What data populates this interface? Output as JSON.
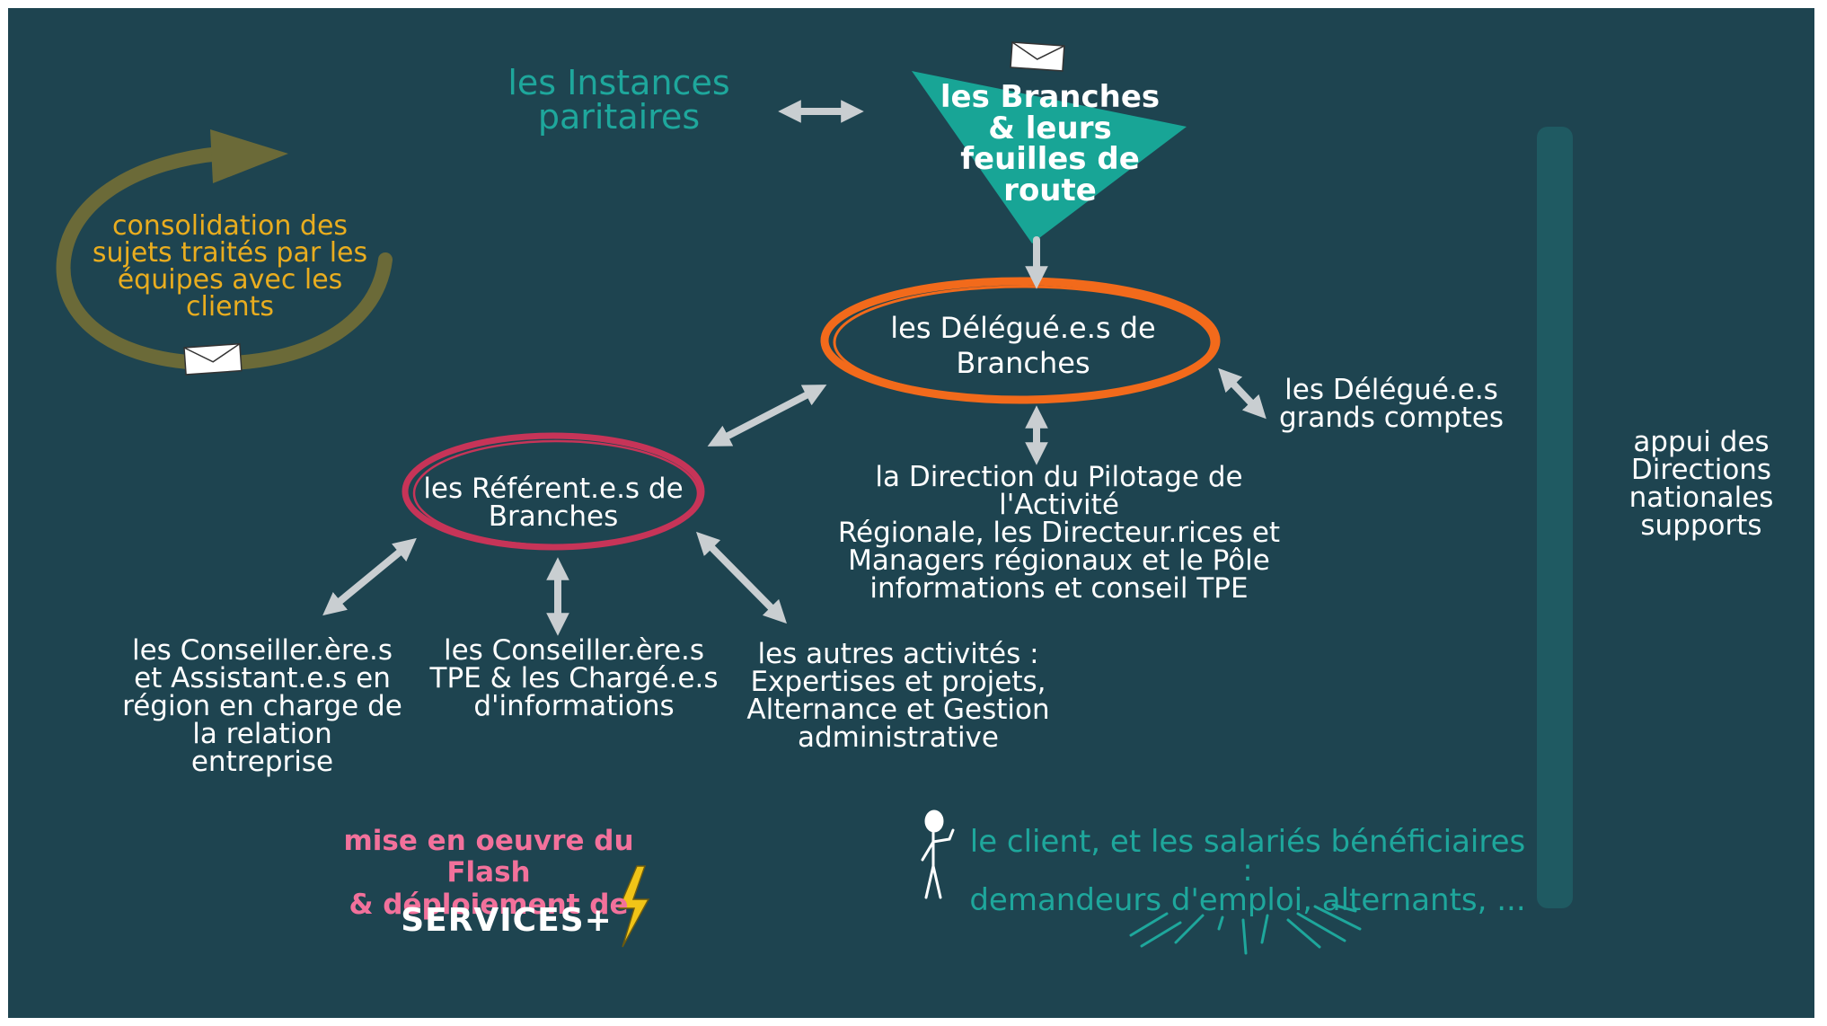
{
  "colors": {
    "background": "#1e4450",
    "teal": "#1ea79c",
    "orange": "#f26a1b",
    "crimson": "#c73458",
    "olive": "#6b6a38",
    "yellow": "#e9ad1f",
    "pink": "#f2719b",
    "arrow": "#c9ced1"
  },
  "instances": "les Instances\nparitaires",
  "branches": "les Branches\n& leurs\nfeuilles de\nroute",
  "consolidation": "consolidation des\nsujets traités par les\néquipes avec les\nclients",
  "delegues": "les Délégué.e.s de\nBranches",
  "delegues_gc": "les Délégué.e.s\ngrands comptes",
  "direction": "la Direction du Pilotage de l'Activité\nRégionale, les Directeur.rices et\nManagers régionaux et le Pôle\ninformations et conseil TPE",
  "appui": "appui des\nDirections\nnationales\nsupports",
  "referents": "les Référent.e.s de\nBranches",
  "conseillers_region": "les Conseiller.ère.s\net Assistant.e.s en\nrégion en charge de\nla relation\nentreprise",
  "conseillers_tpe": "les Conseiller.ère.s\nTPE & les Chargé.e.s\nd'informations",
  "autres": "les autres activités :\nExpertises et projets,\nAlternance et Gestion\nadministrative",
  "flash": "mise en oeuvre du Flash\n& déploiement de",
  "services_logo": "SERVICES+",
  "client": "le client, et les salariés bénéficiaires :\ndemandeurs d'emploi, alternants, ...",
  "icons": [
    "envelope-icon",
    "envelope-icon",
    "lightning-icon",
    "person-icon",
    "circular-arrow-icon",
    "double-arrow-icon"
  ]
}
